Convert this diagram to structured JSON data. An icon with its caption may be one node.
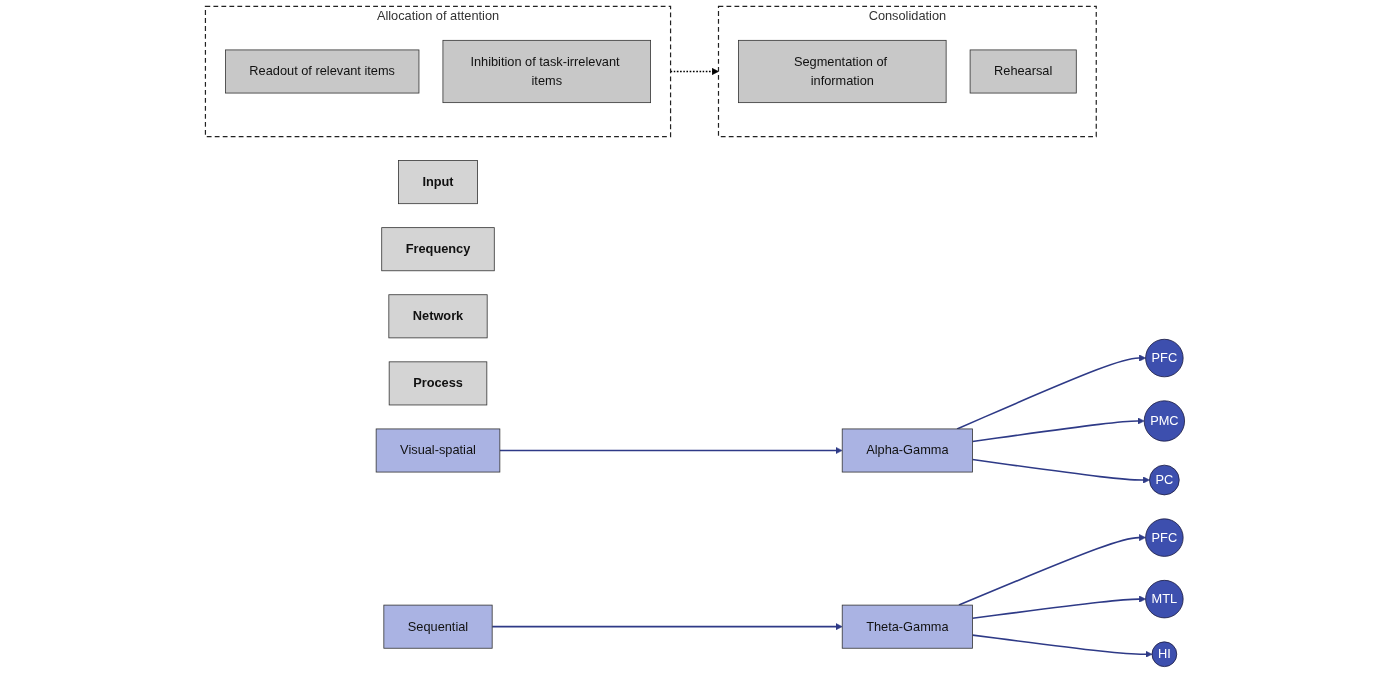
{
  "diagram": {
    "nodes": [
      {
        "text": [
          "Input"
        ]
      },
      {
        "text": [
          "Frequency"
        ]
      },
      {
        "text": [
          "Network"
        ]
      },
      {
        "text": [
          "Process"
        ]
      },
      {
        "text": [
          "Allocation of attention"
        ]
      },
      {
        "text": [
          "Readout of relevant items"
        ],
        "in": 4
      },
      {
        "text": [
          "Inhibition of task-irrelevant items"
        ],
        "in": 4
      },
      {
        "text": [
          "Visual-spatial"
        ]
      },
      {
        "text": [
          "Alpha-Gamma"
        ]
      },
      {
        "text": [
          "PFC"
        ]
      },
      {
        "text": [
          "PMC"
        ]
      },
      {
        "text": [
          "PC"
        ]
      },
      {
        "text": [
          "Consolidation"
        ]
      },
      {
        "text": [
          "Segmentation of information"
        ],
        "in": 12
      },
      {
        "text": [
          "Rehearsal"
        ],
        "in": 12
      },
      {
        "text": [
          "Sequential"
        ]
      },
      {
        "text": [
          "Theta-Gamma"
        ]
      },
      {
        "text": [
          "PFC"
        ]
      },
      {
        "text": [
          "MTL"
        ]
      },
      {
        "text": [
          "HI"
        ]
      }
    ],
    "edges": [
      {
        "from": 7,
        "to": 8,
        "arrow": "to"
      },
      {
        "from": 8,
        "to": 9,
        "arrow": "to"
      },
      {
        "from": 8,
        "to": 10,
        "arrow": "to"
      },
      {
        "from": 8,
        "to": 11,
        "arrow": "to"
      },
      {
        "from": 4,
        "to": 12,
        "arrow": "to",
        "style": "dashed",
        "color": "#000000"
      },
      {
        "from": 15,
        "to": 16,
        "arrow": "to"
      },
      {
        "from": 16,
        "to": 17,
        "arrow": "to"
      },
      {
        "from": 16,
        "to": 18,
        "arrow": "to"
      },
      {
        "from": 16,
        "to": 19,
        "arrow": "to"
      }
    ]
  }
}
